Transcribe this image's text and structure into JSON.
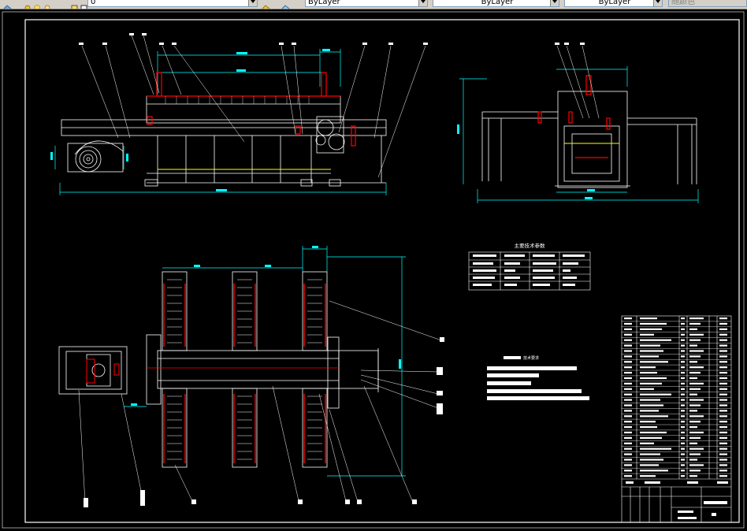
{
  "toolbar": {
    "layer_value": "0",
    "color_value": "ByLayer",
    "linetype_value": "ByLayer",
    "lineweight_value": "ByLayer",
    "plotstyle_value": "随颜色"
  },
  "drawing": {
    "params_table_title": "主要技术参数",
    "notes_title": "技术要求"
  },
  "colors": {
    "background": "#000000",
    "frame": "#ffffff",
    "dimension": "#00ffff",
    "part": "#ff0000",
    "centerline": "#ffff00",
    "hatch": "#ffffff"
  }
}
